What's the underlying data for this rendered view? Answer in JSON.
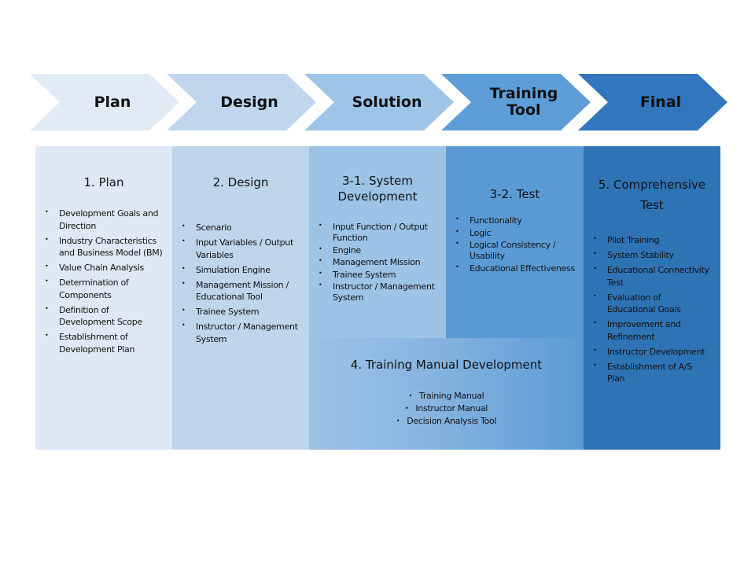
{
  "header": {
    "stages": [
      "Plan",
      "Design",
      "Solution",
      "Training\nTool",
      "Final"
    ]
  },
  "columns": {
    "plan": {
      "title": "1. Plan",
      "items": [
        "Development Goals and Direction",
        "Industry Characteristics and Business Model (BM)",
        "Value Chain Analysis",
        "Determination of Components",
        "Definition of Development Scope",
        "Establishment of Development Plan"
      ]
    },
    "design": {
      "title": "2. Design",
      "items": [
        "Scenario",
        "Input Variables / Output Variables",
        "Simulation Engine",
        "Management Mission / Educational Tool",
        "Trainee System",
        "Instructor / Management System"
      ]
    },
    "system_dev": {
      "title": "3-1. System Development",
      "items": [
        "Input Function / Output Function",
        "Engine",
        "Management Mission",
        "Trainee System",
        "Instructor / Management System"
      ]
    },
    "test": {
      "title": "3-2. Test",
      "items": [
        "Functionality",
        "Logic",
        "Logical Consistency / Usability",
        "Educational Effectiveness"
      ]
    },
    "final": {
      "title": "5. Comprehensive Test",
      "items": [
        "Pilot Training",
        "System Stability",
        "Educational Connectivity Test",
        "Evaluation of Educational Goals",
        "Improvement and Refinement",
        "Instructor Development",
        "Establishment of A/S Plan"
      ]
    },
    "manual": {
      "title": "4. Training Manual Development",
      "items": [
        "Training Manual",
        "Instructor Manual",
        "Decision Analysis Tool"
      ]
    }
  }
}
